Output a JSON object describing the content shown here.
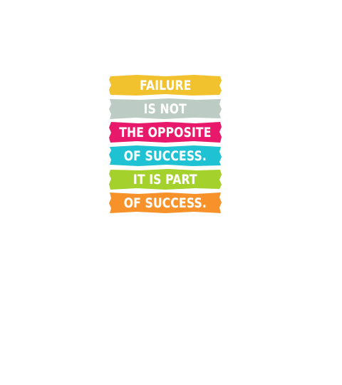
{
  "quote": {
    "lines": [
      {
        "text": "FAILURE",
        "color": "#F2C12E"
      },
      {
        "text": "IS NOT",
        "color": "#BCCBC4"
      },
      {
        "text": "THE OPPOSITE",
        "color": "#E8196B"
      },
      {
        "text": "OF SUCCESS.",
        "color": "#1EC2D2"
      },
      {
        "text": "IT IS PART",
        "color": "#A4D12C"
      },
      {
        "text": "OF SUCCESS.",
        "color": "#F7922B"
      }
    ]
  }
}
